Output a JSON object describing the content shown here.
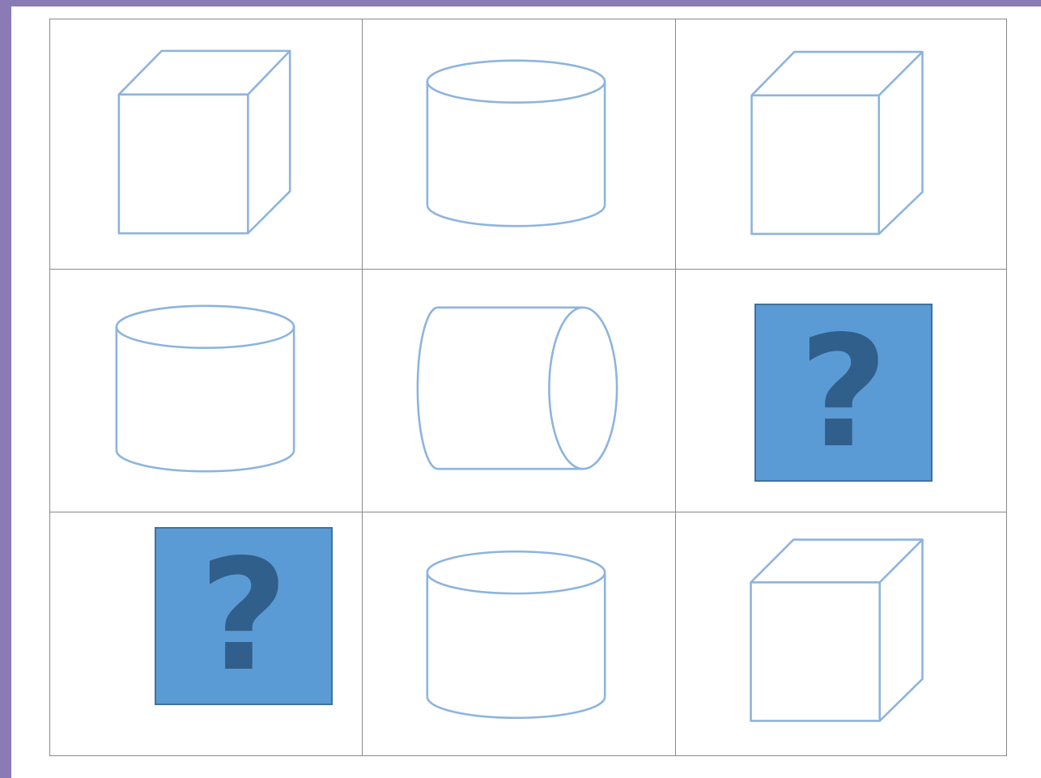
{
  "puzzle": {
    "grid": [
      [
        {
          "shape": "cube",
          "icon": "cube-icon"
        },
        {
          "shape": "cylinder-upright",
          "icon": "cylinder-icon"
        },
        {
          "shape": "cube",
          "icon": "cube-icon"
        }
      ],
      [
        {
          "shape": "cylinder-upright",
          "icon": "cylinder-icon"
        },
        {
          "shape": "cylinder-lying",
          "icon": "cylinder-lying-icon"
        },
        {
          "shape": "unknown",
          "icon": "question-mark-icon",
          "label": "?"
        }
      ],
      [
        {
          "shape": "unknown",
          "icon": "question-mark-icon",
          "label": "?"
        },
        {
          "shape": "cylinder-upright",
          "icon": "cylinder-icon"
        },
        {
          "shape": "cube",
          "icon": "cube-icon"
        }
      ]
    ],
    "colors": {
      "frame": "#8b7bb5",
      "shape_stroke": "#8db4de",
      "question_fill": "#5b9bd5",
      "question_border": "#41719c",
      "question_mark": "#2f5f8a",
      "grid_line": "#8a8a8a"
    }
  }
}
